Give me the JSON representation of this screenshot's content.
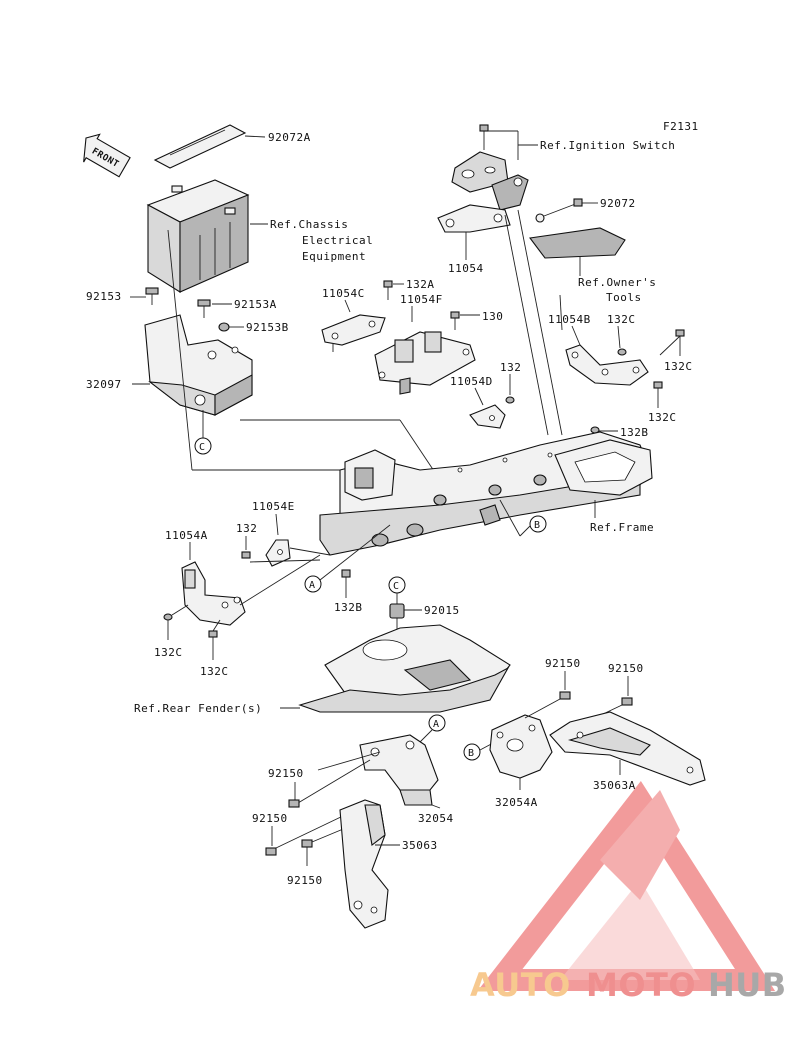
{
  "diagram_code": "F2131",
  "front_arrow": "FRONT",
  "labels": {
    "p92072A": "92072A",
    "ref_chassis_1": "Ref.Chassis",
    "ref_chassis_2": "Electrical",
    "ref_chassis_3": "Equipment",
    "ref_ignition": "Ref.Ignition Switch",
    "p92072": "92072",
    "p11054": "11054",
    "ref_tools_1": "Ref.Owner's",
    "ref_tools_2": "Tools",
    "p92153": "92153",
    "p92153A": "92153A",
    "p92153B": "92153B",
    "p32097": "32097",
    "p11054C": "11054C",
    "p132A": "132A",
    "p11054F": "11054F",
    "p130": "130",
    "p11054B": "11054B",
    "p132C_top": "132C",
    "p132C_r1": "132C",
    "p132C_r2": "132C",
    "p132_top": "132",
    "p11054D": "11054D",
    "p132B_r": "132B",
    "ref_frame": "Ref.Frame",
    "p11054E": "11054E",
    "p11054A": "11054A",
    "p132_mid": "132",
    "p132C_l1": "132C",
    "p132C_l2": "132C",
    "p132B_mid": "132B",
    "p92015": "92015",
    "ref_fender": "Ref.Rear Fender(s)",
    "p92150_a": "92150",
    "p92150_b": "92150",
    "p92150_c": "92150",
    "p92150_d": "92150",
    "p92150_e": "92150",
    "p32054": "32054",
    "p35063": "35063",
    "p32054A": "32054A",
    "p35063A": "35063A"
  },
  "callouts": {
    "A": "A",
    "B": "B",
    "C": "C"
  },
  "watermark": {
    "part1": "AUTO",
    "part2": "MOTO",
    "part3": "HUB",
    "color1": "#f7c98f",
    "color2": "#ef8f8f",
    "color3": "#a8a8a8"
  }
}
